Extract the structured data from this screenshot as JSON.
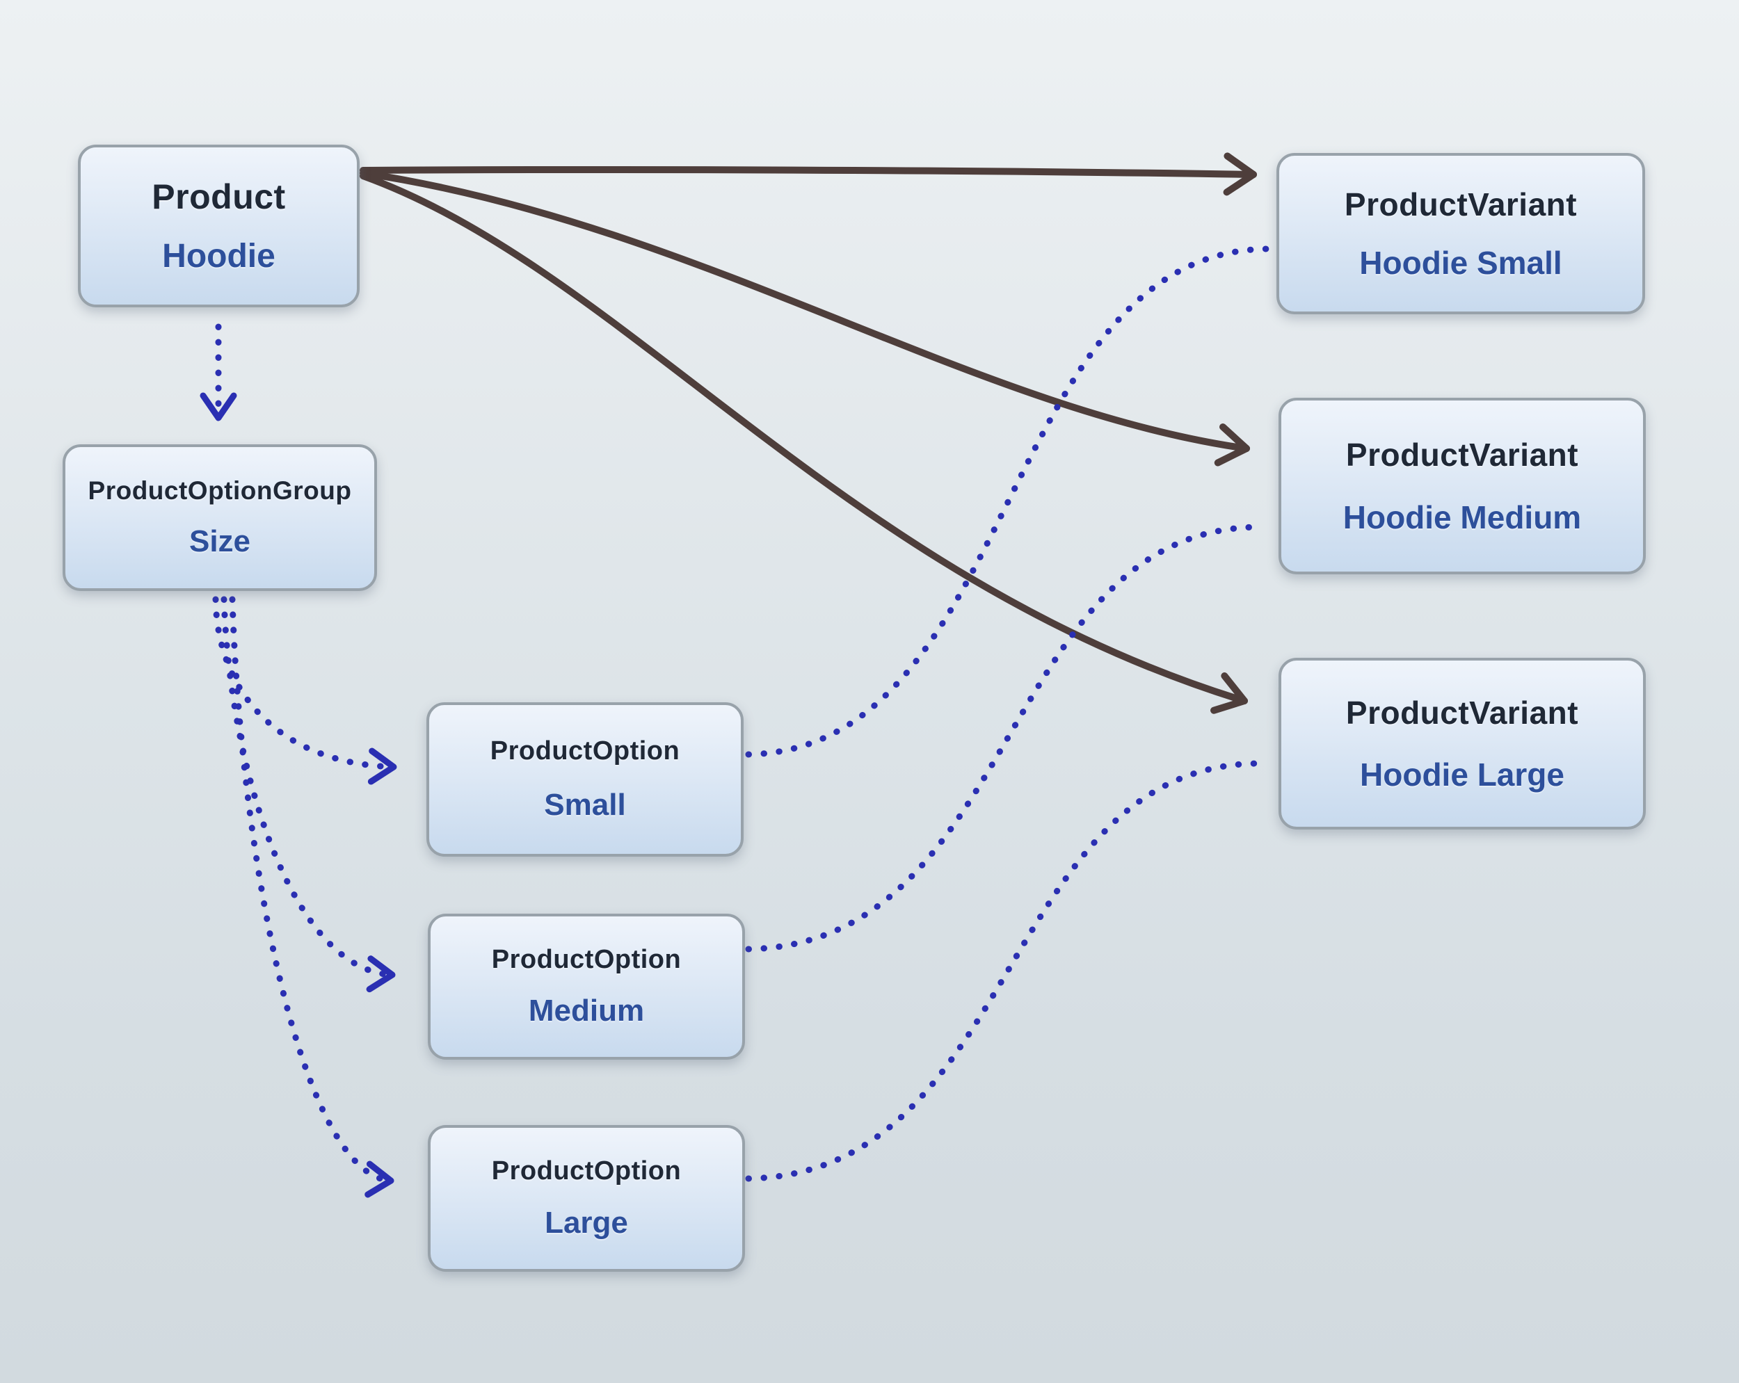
{
  "diagram": {
    "nodes": [
      {
        "id": "product",
        "title": "Product",
        "subtitle": "Hoodie"
      },
      {
        "id": "option-group",
        "title": "ProductOptionGroup",
        "subtitle": "Size"
      },
      {
        "id": "option-small",
        "title": "ProductOption",
        "subtitle": "Small"
      },
      {
        "id": "option-medium",
        "title": "ProductOption",
        "subtitle": "Medium"
      },
      {
        "id": "option-large",
        "title": "ProductOption",
        "subtitle": "Large"
      },
      {
        "id": "variant-small",
        "title": "ProductVariant",
        "subtitle": "Hoodie Small"
      },
      {
        "id": "variant-medium",
        "title": "ProductVariant",
        "subtitle": "Hoodie Medium"
      },
      {
        "id": "variant-large",
        "title": "ProductVariant",
        "subtitle": "Hoodie Large"
      }
    ],
    "edges": [
      {
        "from": "product",
        "to": "variant-small",
        "style": "solid-arrow"
      },
      {
        "from": "product",
        "to": "variant-medium",
        "style": "solid-arrow"
      },
      {
        "from": "product",
        "to": "variant-large",
        "style": "solid-arrow"
      },
      {
        "from": "product",
        "to": "option-group",
        "style": "dotted-arrow"
      },
      {
        "from": "option-group",
        "to": "option-small",
        "style": "dotted-arrow"
      },
      {
        "from": "option-group",
        "to": "option-medium",
        "style": "dotted-arrow"
      },
      {
        "from": "option-group",
        "to": "option-large",
        "style": "dotted-arrow"
      },
      {
        "from": "option-small",
        "to": "variant-small",
        "style": "dotted"
      },
      {
        "from": "option-medium",
        "to": "variant-medium",
        "style": "dotted"
      },
      {
        "from": "option-large",
        "to": "variant-large",
        "style": "dotted"
      }
    ],
    "colors": {
      "solid_edge": "#4e3e3b",
      "dotted_edge": "#2a2fb2",
      "node_border": "#98a2aa",
      "node_fill_top": "#eff4fb",
      "node_fill_bottom": "#c8daee",
      "title_text": "#1f2836",
      "subtitle_text": "#2d4f9b",
      "background": "#dde4e8"
    }
  }
}
